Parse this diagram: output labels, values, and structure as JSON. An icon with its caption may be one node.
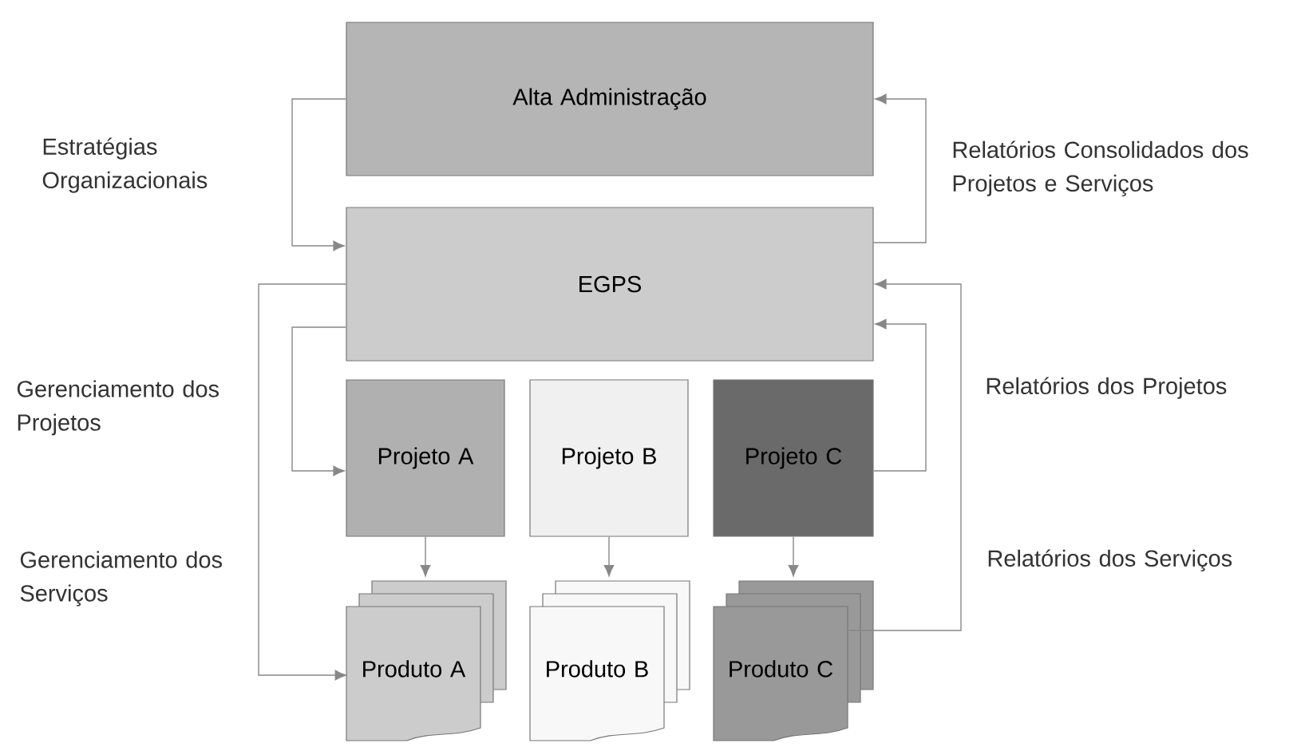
{
  "diagram": {
    "nodes": [
      {
        "text": [
          "Alta Administração"
        ]
      },
      {
        "text": [
          "EGPS"
        ]
      },
      {
        "text": [
          "Projeto A"
        ]
      },
      {
        "text": [
          "Projeto B"
        ]
      },
      {
        "text": [
          "Projeto C"
        ]
      },
      {
        "text": [
          "Produto A"
        ]
      },
      {
        "text": [
          "Produto B"
        ]
      },
      {
        "text": [
          "Produto C"
        ]
      }
    ],
    "edges": [
      {
        "from": 0,
        "to": 1,
        "arrow": "to",
        "label": "Estratégias Organizacionais"
      },
      {
        "from": 1,
        "to": 0,
        "arrow": "to",
        "label": "Relatórios Consolidados dos Projetos e Serviços"
      },
      {
        "from": 1,
        "to": 2,
        "arrow": "to",
        "label": "Gerenciamento dos Projetos"
      },
      {
        "from": 1,
        "to": 5,
        "arrow": "to",
        "label": "Gerenciamento dos Serviços"
      },
      {
        "from": 4,
        "to": 1,
        "arrow": "to",
        "label": "Relatórios dos Projetos"
      },
      {
        "from": 7,
        "to": 1,
        "arrow": "to",
        "label": "Relatórios dos Serviços"
      },
      {
        "from": 2,
        "to": 5,
        "arrow": "to"
      },
      {
        "from": 3,
        "to": 6,
        "arrow": "to"
      },
      {
        "from": 4,
        "to": 7,
        "arrow": "to"
      }
    ]
  }
}
